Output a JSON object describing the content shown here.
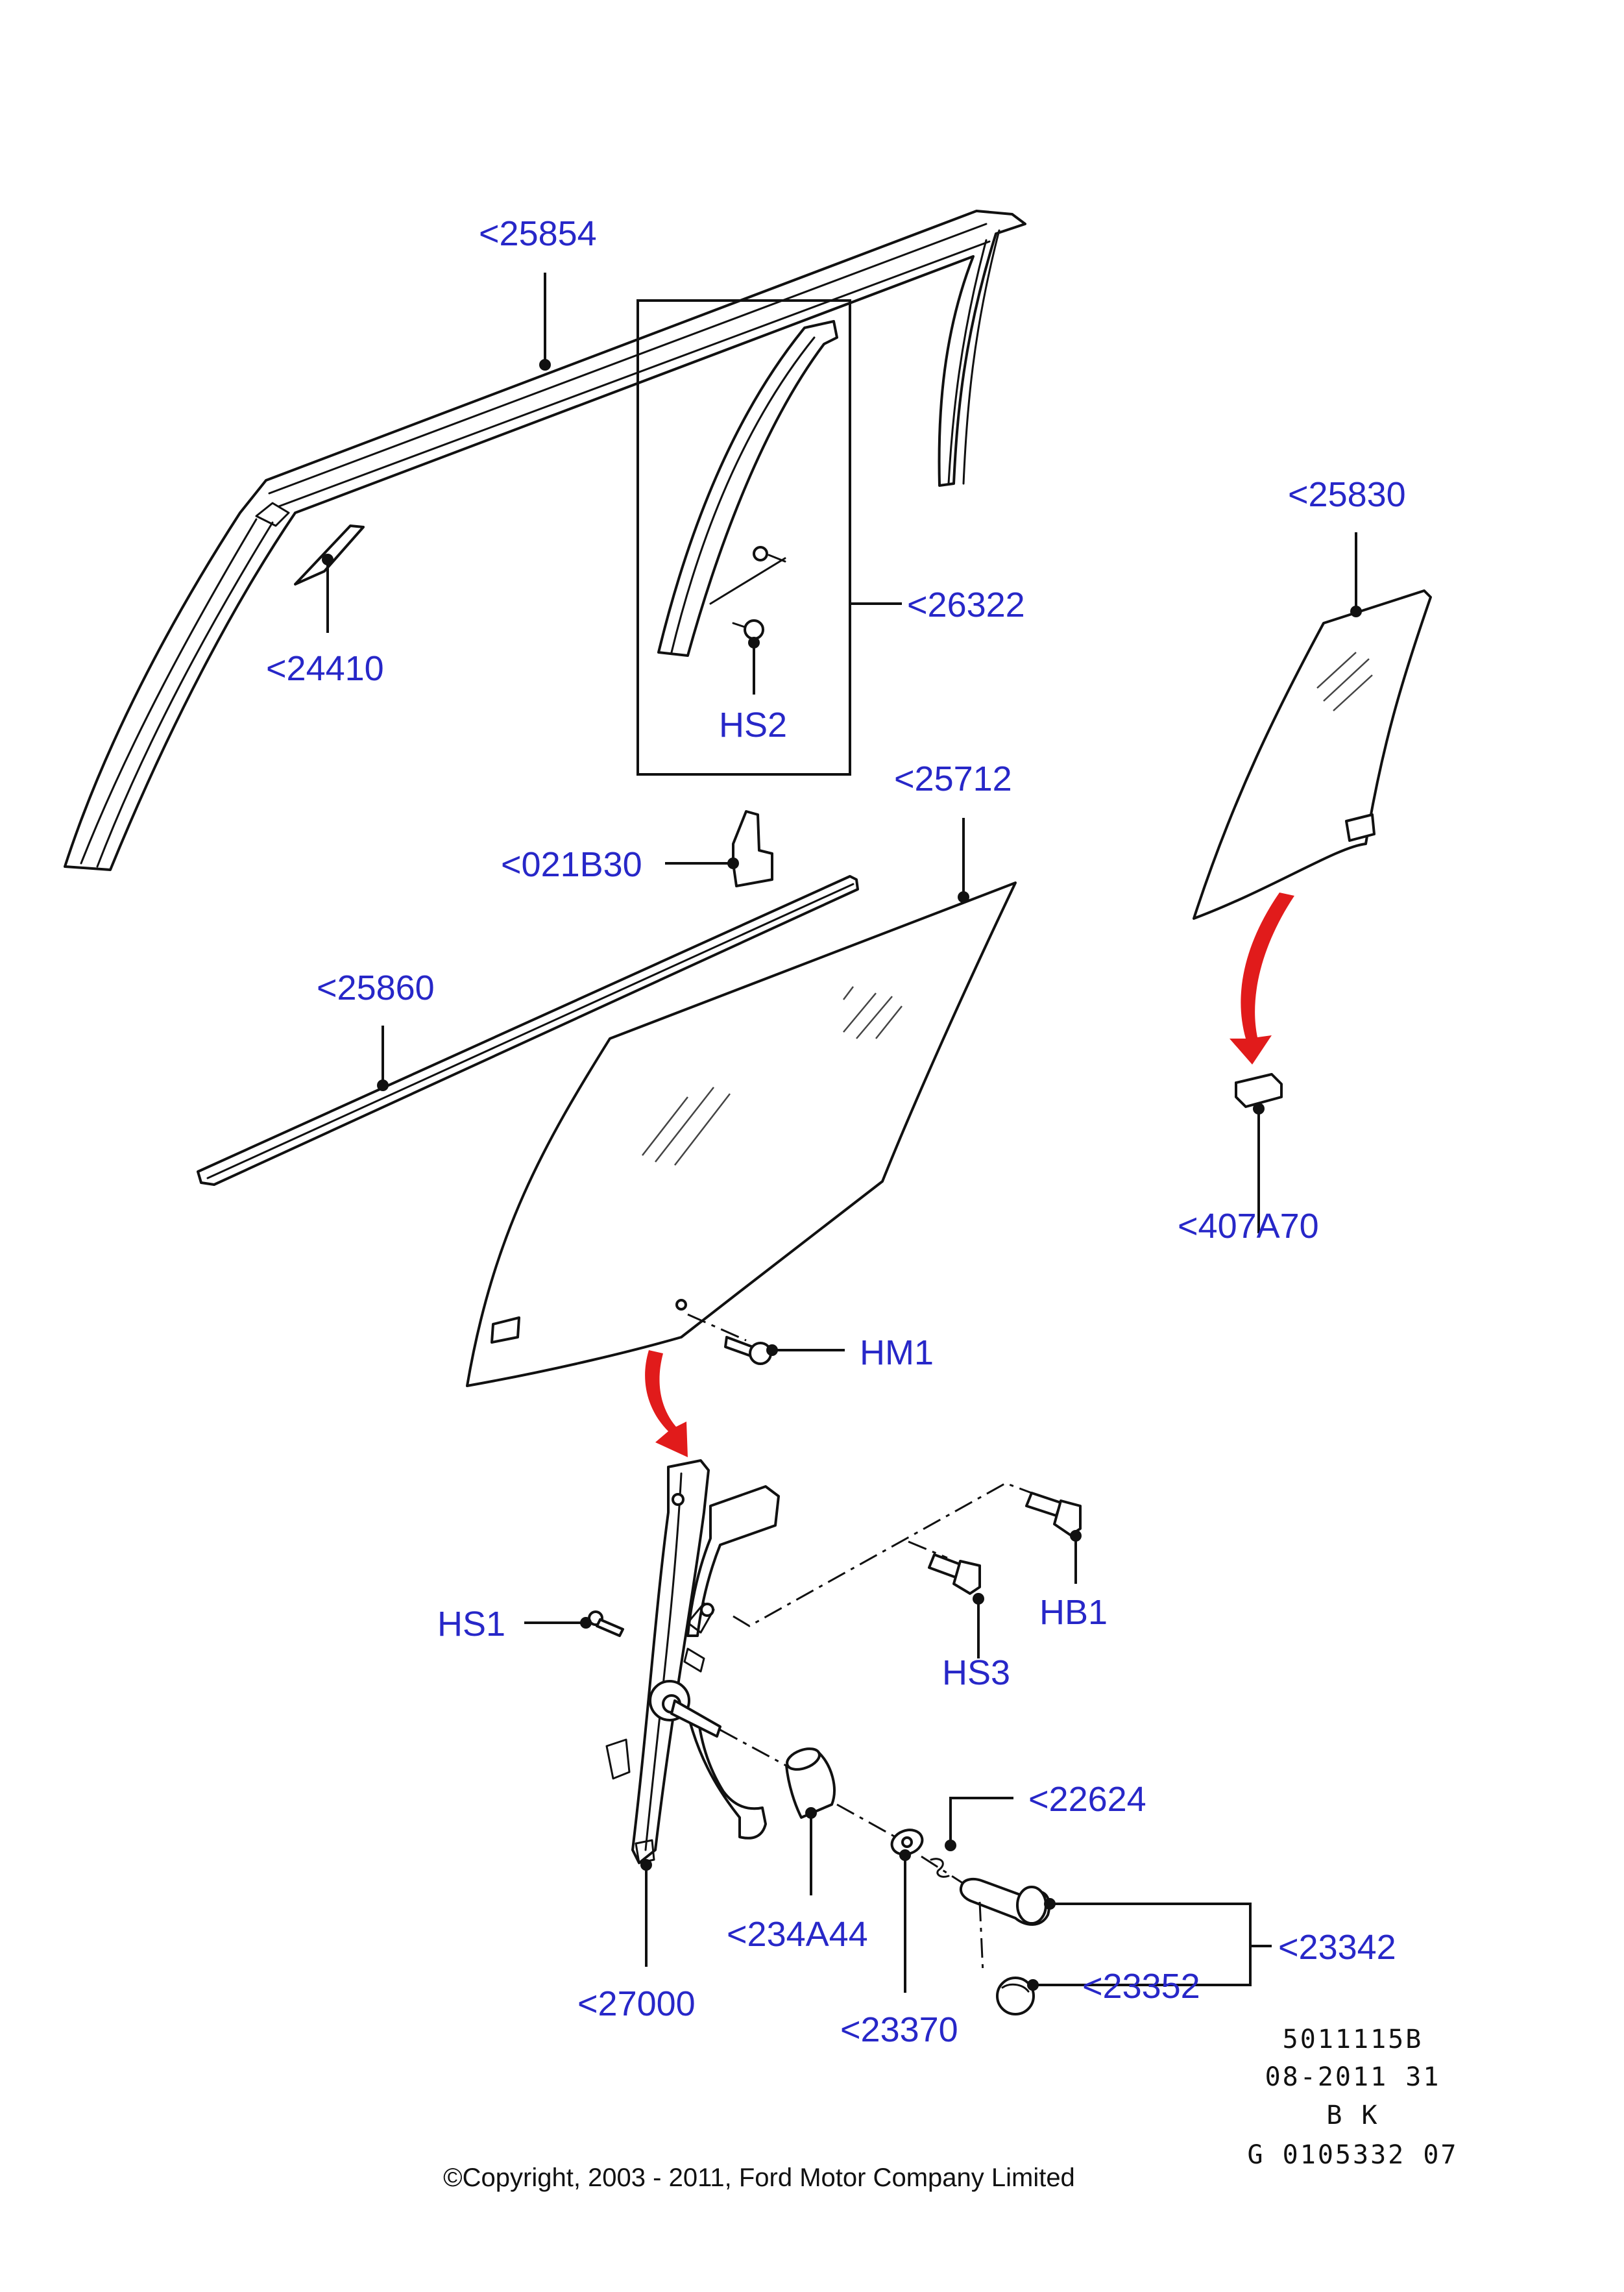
{
  "callouts": {
    "c25854": "<25854",
    "c24410": "<24410",
    "c26322": "<26322",
    "hs2": "HS2",
    "c25830": "<25830",
    "c25712": "<25712",
    "c021b30": "<021B30",
    "c25860": "<25860",
    "c407a70": "<407A70",
    "hm1": "HM1",
    "hs1": "HS1",
    "hb1": "HB1",
    "hs3": "HS3",
    "c22624": "<22624",
    "c234a44": "<234A44",
    "c23342": "<23342",
    "c27000": "<27000",
    "c23352": "<23352",
    "c23370": "<23370"
  },
  "meta": {
    "code": "5011115B",
    "date": "08-2011 31",
    "initials": "B K",
    "ref": "G 0105332 07"
  },
  "copyright": "©Copyright, 2003 - 2011, Ford Motor Company Limited",
  "colors": {
    "callout": "#2727c8",
    "arrow": "#e11b1b",
    "line": "#111111"
  }
}
